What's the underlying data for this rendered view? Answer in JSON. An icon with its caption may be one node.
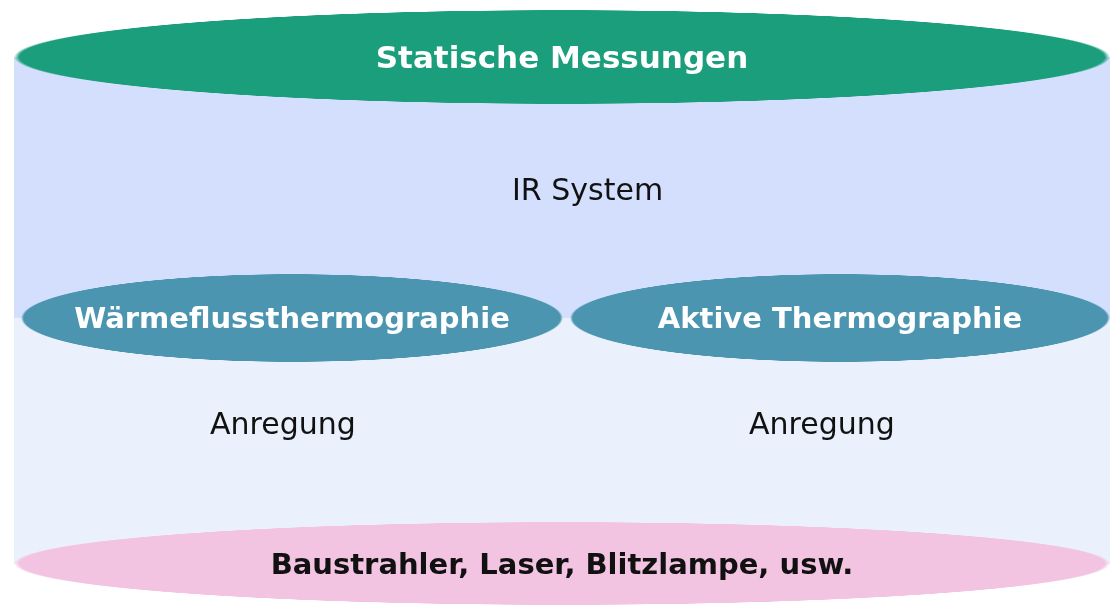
{
  "diagram": {
    "nodes": [
      {
        "text": [
          "Statische Messungen"
        ]
      },
      {
        "text": [
          "IR System"
        ]
      },
      {
        "text": [
          "Wärmeflussthermographie"
        ]
      },
      {
        "text": [
          "Aktive Thermographie"
        ]
      },
      {
        "text": [
          "Anregung",
          "Anregung"
        ]
      },
      {
        "text": [
          "Baustrahler, Laser, Blitzlampe, usw."
        ]
      }
    ],
    "edges": []
  }
}
